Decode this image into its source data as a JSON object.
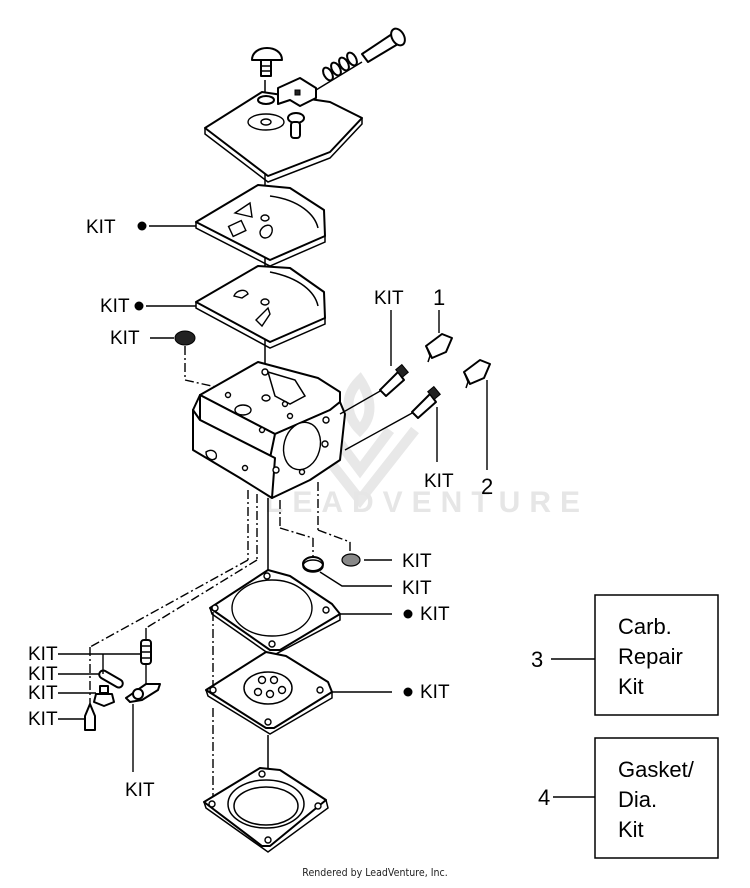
{
  "diagram": {
    "title": "Carburetor exploded parts diagram",
    "watermark": "LEADVENTURE",
    "callouts": {
      "top_gasket": "KIT",
      "metering_diaphragm": "KIT",
      "inlet_screen": "KIT",
      "jet_kit_upper": "KIT",
      "jet_kit_lower": "KIT",
      "limiter_cap_1": "1",
      "limiter_cap_2": "2",
      "screen_lower": "KIT",
      "seal_ring": "KIT",
      "pump_gasket": "KIT",
      "pump_diaphragm": "KIT",
      "spring_kit": "KIT",
      "pin_kit": "KIT",
      "plug_kit": "KIT",
      "needle_kit": "KIT",
      "lever_kit": "KIT"
    },
    "kit_boxes": [
      {
        "number": "3",
        "lines": [
          "Carb.",
          "Repair",
          "Kit"
        ]
      },
      {
        "number": "4",
        "lines": [
          "Gasket/",
          "Dia.",
          "Kit"
        ]
      }
    ]
  },
  "footer": {
    "text": "Rendered by LeadVenture, Inc."
  }
}
